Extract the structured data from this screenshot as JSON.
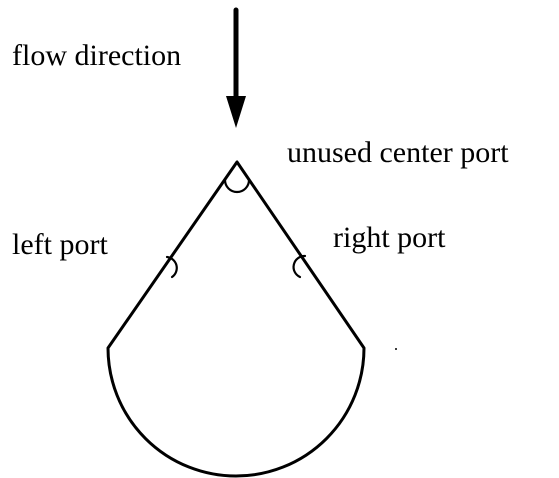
{
  "labels": {
    "flow_direction": "flow direction",
    "center_port": "unused center port",
    "left_port": "left port",
    "right_port": "right port"
  },
  "colors": {
    "line": "#000000",
    "background": "#ffffff"
  }
}
